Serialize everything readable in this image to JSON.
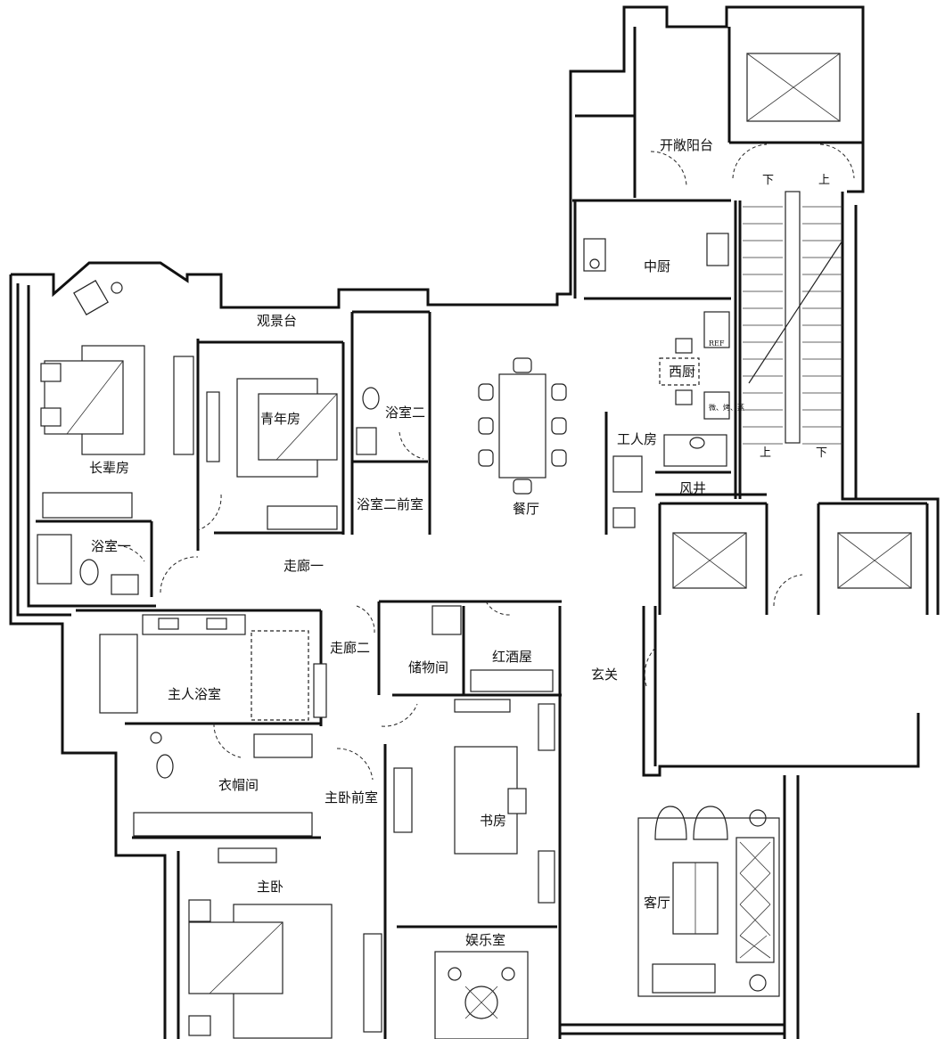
{
  "rooms": {
    "elder_room": "长辈房",
    "view_deck": "观景台",
    "youth_room": "青年房",
    "bath_one": "浴室一",
    "bath_two": "浴室二",
    "bath_two_ante": "浴室二前室",
    "dining": "餐厅",
    "open_balcony": "开敞阳台",
    "chinese_kitchen": "中厨",
    "western_kitchen": "西厨",
    "maid_room": "工人房",
    "shaft": "风井",
    "corridor_one": "走廊一",
    "corridor_two": "走廊二",
    "storage": "储物间",
    "wine_room": "红酒屋",
    "foyer": "玄关",
    "master_bath": "主人浴室",
    "cloakroom": "衣帽间",
    "master_ante": "主卧前室",
    "study": "书房",
    "master_bedroom": "主卧",
    "entertainment": "娱乐室",
    "living": "客厅"
  },
  "stairs": {
    "down_top": "下",
    "up_top": "上",
    "up_bottom": "上",
    "down_bottom": "下"
  },
  "appliances": {
    "fridge": "REF",
    "microwave": "微、烤、蒸"
  }
}
